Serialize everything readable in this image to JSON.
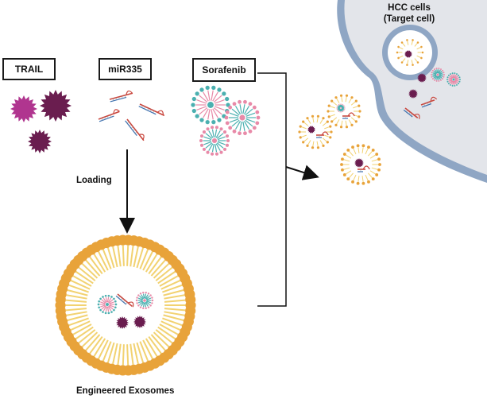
{
  "labels": {
    "trail": "TRAIL",
    "mirna": "miR335",
    "drug": "Sorafenib",
    "loading": "Loading",
    "exosome": "Engineered Exosomes",
    "target_line1": "HCC cells",
    "target_line2": "(Target cell)"
  },
  "colors": {
    "lipid_head": "#e8a33a",
    "lipid_tail": "#f2d271",
    "trail_light": "#b0358f",
    "trail_dark": "#6a1d4f",
    "micelle_teal": "#4bb0b0",
    "micelle_pink": "#e88aa8",
    "rna_red": "#c9463d",
    "rna_blue": "#3a6fb0",
    "cell_fill": "#dfe1e6",
    "cell_border": "#8fa6c4",
    "arrow": "#111111"
  }
}
